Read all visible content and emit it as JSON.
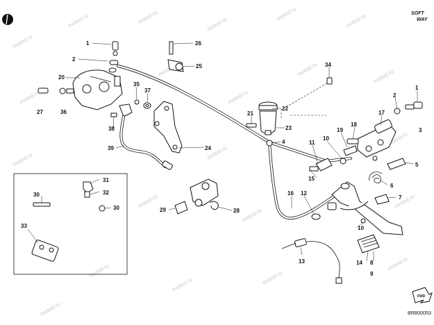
{
  "labels": {
    "l1a": "1",
    "l2a": "2",
    "l20": "20",
    "l26": "26",
    "l25": "25",
    "l27": "27",
    "l36": "36",
    "l35": "35",
    "l37": "37",
    "l38": "38",
    "l39": "39",
    "l24": "24",
    "l34": "34",
    "l21": "21",
    "l22": "22",
    "l23": "23",
    "l4": "4",
    "l2b": "2",
    "l1b": "1",
    "l17": "17",
    "l3": "3",
    "l18": "18",
    "l19": "19",
    "l10a": "10",
    "l11": "11",
    "l5": "5",
    "l15": "15",
    "l6": "6",
    "l16": "16",
    "l12": "12",
    "l7": "7",
    "l10b": "10",
    "l13": "13",
    "l14": "14",
    "l8": "8",
    "l9": "9",
    "l31": "31",
    "l32": "32",
    "l30a": "30",
    "l30b": "30",
    "l33": "33",
    "l29": "29",
    "l28": "28"
  },
  "brand": {
    "line1": "SOFT",
    "line2": "WAY"
  },
  "watermark_text": "motod.ru",
  "fwd_label": "FWD",
  "diagram_code": "BRB00053",
  "colors": {
    "ink": "#111111",
    "watermark": "#c9c9c9",
    "background": "#ffffff"
  }
}
